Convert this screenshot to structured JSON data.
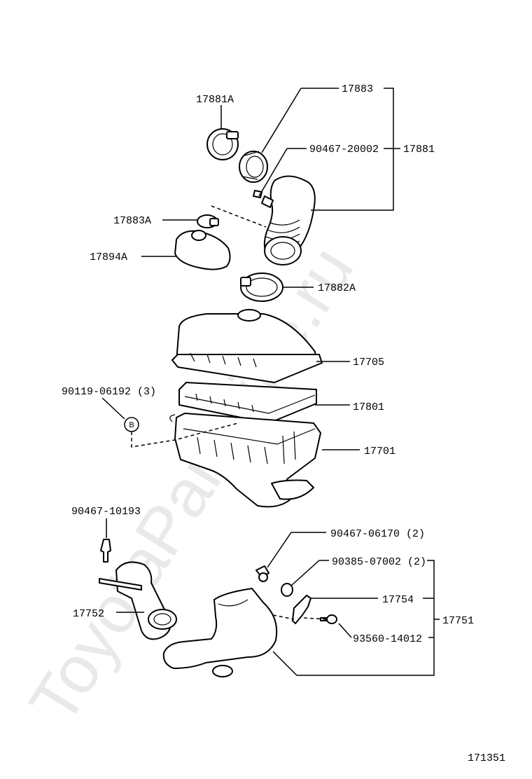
{
  "watermark": "ToyotaPartMine.ru",
  "diagram_id": "171351",
  "labels": {
    "p17881A": "17881A",
    "p17883": "17883",
    "p90467_20002": "90467-20002",
    "p17881": "17881",
    "p17883A": "17883A",
    "p17894A": "17894A",
    "p17882A": "17882A",
    "p17705": "17705",
    "p90119": "90119-06192 (3)",
    "p17801": "17801",
    "p17701": "17701",
    "p90467_10193": "90467-10193",
    "p90467_06170": "90467-06170 (2)",
    "p90385": "90385-07002 (2)",
    "p17754": "17754",
    "p17751": "17751",
    "p17752": "17752",
    "p93560": "93560-14012"
  },
  "circle_marker": "B"
}
